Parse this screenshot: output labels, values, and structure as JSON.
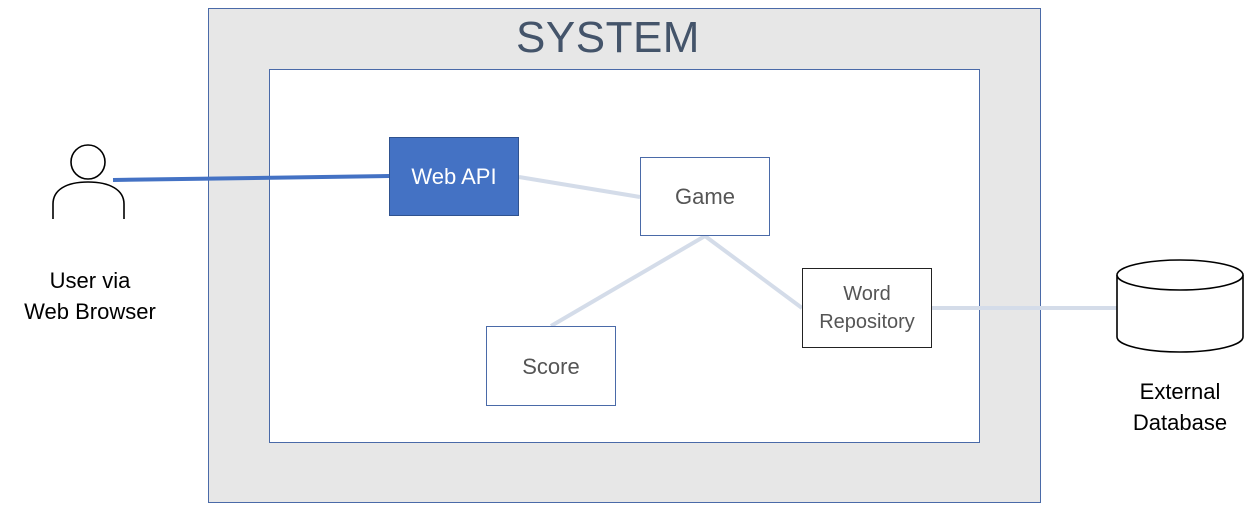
{
  "system": {
    "title": "SYSTEM"
  },
  "nodes": {
    "web_api": "Web API",
    "game": "Game",
    "score": "Score",
    "word_repository": [
      "Word",
      "Repository"
    ]
  },
  "external": {
    "user_label": [
      "User via",
      "Web Browser"
    ],
    "database_label": [
      "External",
      "Database"
    ]
  },
  "icons": {
    "user": "user-icon",
    "database": "database-icon"
  },
  "colors": {
    "system_border": "#4a6aa8",
    "system_fill": "#e7e7e7",
    "title": "#44546a",
    "web_api_fill": "#4472c4",
    "user_link": "#4472c4",
    "internal_link": "#d4dce9"
  }
}
